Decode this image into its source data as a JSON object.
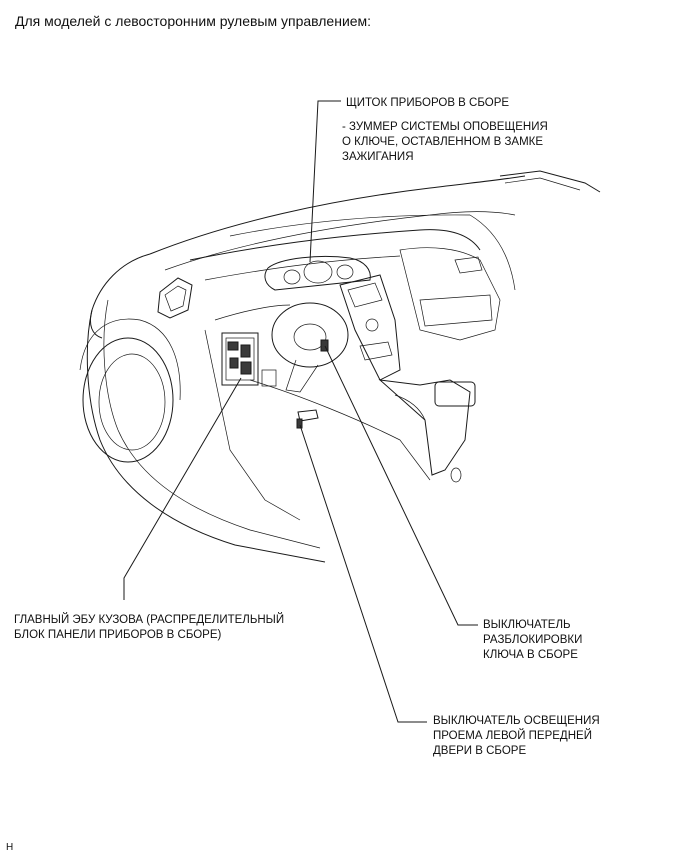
{
  "heading": "Для моделей с левосторонним рулевым управлением:",
  "callouts": {
    "cluster": "ЩИТОК ПРИБОРОВ В СБОРЕ",
    "buzzer": [
      "- ЗУММЕР СИСТЕМЫ ОПОВЕЩЕНИЯ",
      "О КЛЮЧЕ, ОСТАВЛЕННОМ В ЗАМКЕ",
      "ЗАЖИГАНИЯ"
    ],
    "body_ecu": [
      "ГЛАВНЫЙ ЭБУ КУЗОВА (РАСПРЕДЕЛИТЕЛЬНЫЙ",
      "БЛОК ПАНЕЛИ ПРИБОРОВ В СБОРЕ)"
    ],
    "unlock_switch": [
      "ВЫКЛЮЧАТЕЛЬ",
      "РАЗБЛОКИРОВКИ",
      "КЛЮЧА В СБОРЕ"
    ],
    "door_switch": [
      "ВЫКЛЮЧАТЕЛЬ ОСВЕЩЕНИЯ",
      "ПРОЕМА ЛЕВОЙ ПЕРЕДНЕЙ",
      "ДВЕРИ В СБОРЕ"
    ]
  },
  "footer_code": "H"
}
